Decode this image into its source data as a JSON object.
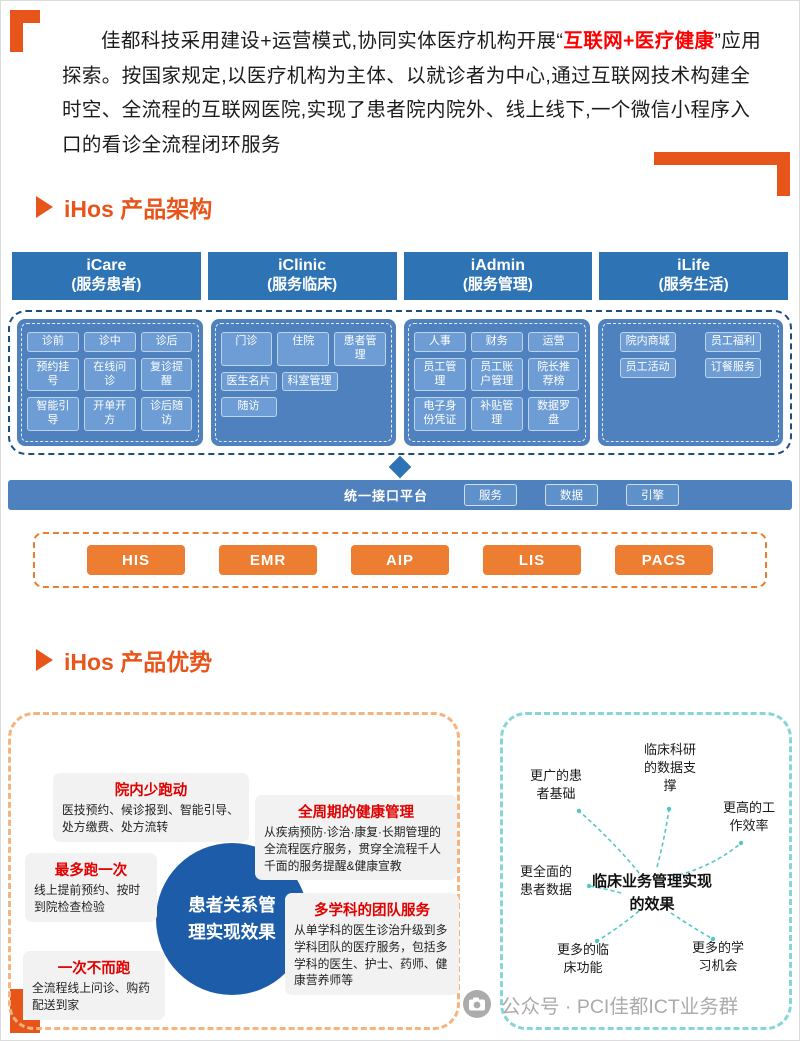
{
  "intro": {
    "prefix": "佳都科技采用建设+运营模式,协同实体医疗机构开展“",
    "highlight": "互联网+医疗健康",
    "suffix": "”应用探索。按国家规定,以医疗机构为主体、以就诊者为中心,通过互联网技术构建全时空、全流程的互联网医院,实现了患者院内院外、线上线下,一个微信小程序入口的看诊全流程闭环服务"
  },
  "sections": {
    "architecture_title": "iHos 产品架构",
    "advantages_title": "iHos 产品优势"
  },
  "architecture": {
    "columns": [
      {
        "title": "iCare",
        "subtitle": "(服务患者)",
        "rows": [
          [
            "诊前",
            "诊中",
            "诊后"
          ],
          [
            "预约挂号",
            "在线问诊",
            "复诊提醒"
          ],
          [
            "智能引导",
            "开单开方",
            "诊后随访"
          ]
        ]
      },
      {
        "title": "iClinic",
        "subtitle": "(服务临床)",
        "rows": [
          [
            "门诊",
            "住院",
            "患者管理"
          ],
          [
            "医生名片",
            "科室管理"
          ],
          [
            "随访"
          ]
        ]
      },
      {
        "title": "iAdmin",
        "subtitle": "(服务管理)",
        "rows": [
          [
            "人事",
            "财务",
            "运营"
          ],
          [
            "员工管理",
            "员工账户管理",
            "院长推荐榜"
          ],
          [
            "电子身份凭证",
            "补贴管理",
            "数据罗盘"
          ]
        ]
      },
      {
        "title": "iLife",
        "subtitle": "(服务生活)",
        "rows": [
          [
            "院内商城",
            "员工福利"
          ],
          [
            "员工活动",
            "订餐服务"
          ]
        ]
      }
    ],
    "platform": {
      "label": "统一接口平台",
      "tags": [
        "服务",
        "数据",
        "引擎"
      ]
    },
    "systems": [
      "HIS",
      "EMR",
      "AIP",
      "LIS",
      "PACS"
    ]
  },
  "advantages": {
    "left": {
      "center": "患者关系管理实现效果",
      "items": [
        {
          "title": "院内少跑动",
          "body": "医技预约、候诊报到、智能引导、处方缴费、处方流转"
        },
        {
          "title": "全周期的健康管理",
          "body": "从疾病预防·诊治·康复·长期管理的全流程医疗服务，贯穿全流程千人千面的服务提醒&健康宣教"
        },
        {
          "title": "最多跑一次",
          "body": "线上提前预约、按时到院检查检验"
        },
        {
          "title": "多学科的团队服务",
          "body": "从单学科的医生诊治升级到多学科团队的医疗服务，包括多学科的医生、护士、药师、健康营养师等"
        },
        {
          "title": "一次不而跑",
          "body": "全流程线上问诊、购药配送到家"
        }
      ]
    },
    "right": {
      "center": "临床业务管理实现的效果",
      "nodes": [
        "更广的患者基础",
        "临床科研的数据支撑",
        "更高的工作效率",
        "更全面的患者数据",
        "更多的临床功能",
        "更多的学习机会"
      ]
    }
  },
  "footer": {
    "watermark": "公众号 · PCI佳都ICT业务群"
  }
}
